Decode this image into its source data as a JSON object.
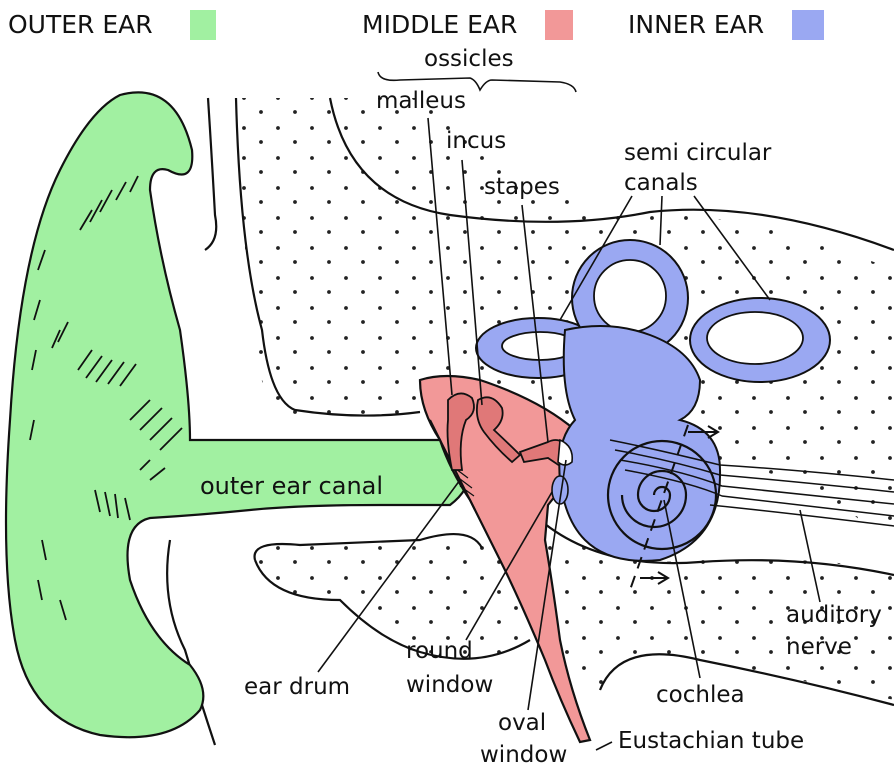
{
  "legend": [
    {
      "id": "outer",
      "label": "OUTER EAR",
      "color": "#a1f0a1"
    },
    {
      "id": "middle",
      "label": "MIDDLE EAR",
      "color": "#f29898"
    },
    {
      "id": "inner",
      "label": "INNER EAR",
      "color": "#9aa8f2"
    }
  ],
  "labels": {
    "ossicles": "ossicles",
    "malleus": "malleus",
    "incus": "incus",
    "stapes": "stapes",
    "semi_circular_1": "semi circular",
    "semi_circular_2": "canals",
    "outer_ear_canal": "outer ear canal",
    "ear_drum": "ear drum",
    "round_window_1": "round",
    "round_window_2": "window",
    "oval_window_1": "oval",
    "oval_window_2": "window",
    "cochlea": "cochlea",
    "eustachian_tube": "Eustachian tube",
    "auditory_nerve_1": "auditory",
    "auditory_nerve_2": "nerve"
  },
  "colors": {
    "outline": "#111111",
    "bone_dots": "#222222",
    "background": "#ffffff"
  }
}
